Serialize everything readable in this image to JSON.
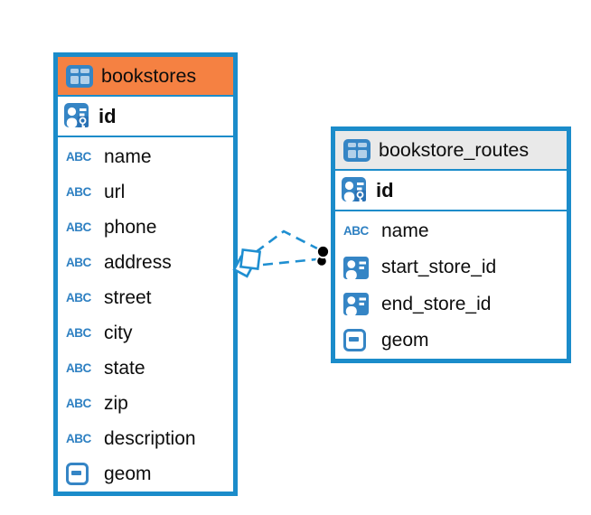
{
  "colors": {
    "table_border": "#1b8cca",
    "header_orange": "#f58142",
    "header_gray": "#e9e9e9",
    "icon_blue": "#3585c5",
    "abc_blue": "#2e80c2",
    "relation_line": "#1f8fd1",
    "text": "#0d0d0d"
  },
  "icons": {
    "text_type_glyph": "ABC"
  },
  "tables": [
    {
      "name": "bookstores",
      "header_style": "orange",
      "primary_key": {
        "label": "id",
        "type": "primary-key"
      },
      "columns": [
        {
          "label": "name",
          "type": "text"
        },
        {
          "label": "url",
          "type": "text"
        },
        {
          "label": "phone",
          "type": "text"
        },
        {
          "label": "address",
          "type": "text"
        },
        {
          "label": "street",
          "type": "text"
        },
        {
          "label": "city",
          "type": "text"
        },
        {
          "label": "state",
          "type": "text"
        },
        {
          "label": "zip",
          "type": "text"
        },
        {
          "label": "description",
          "type": "text"
        },
        {
          "label": "geom",
          "type": "geometry"
        }
      ]
    },
    {
      "name": "bookstore_routes",
      "header_style": "gray",
      "primary_key": {
        "label": "id",
        "type": "primary-key"
      },
      "columns": [
        {
          "label": "name",
          "type": "text"
        },
        {
          "label": "start_store_id",
          "type": "reference"
        },
        {
          "label": "end_store_id",
          "type": "reference"
        },
        {
          "label": "geom",
          "type": "geometry"
        }
      ]
    }
  ],
  "relationships": [
    {
      "from_table": "bookstores",
      "to_table": "bookstore_routes",
      "line_style": "dashed",
      "from_marker": "diamond",
      "to_marker": "dot"
    },
    {
      "from_table": "bookstores",
      "to_table": "bookstore_routes",
      "line_style": "dashed",
      "from_marker": "diamond",
      "to_marker": "dot"
    }
  ]
}
